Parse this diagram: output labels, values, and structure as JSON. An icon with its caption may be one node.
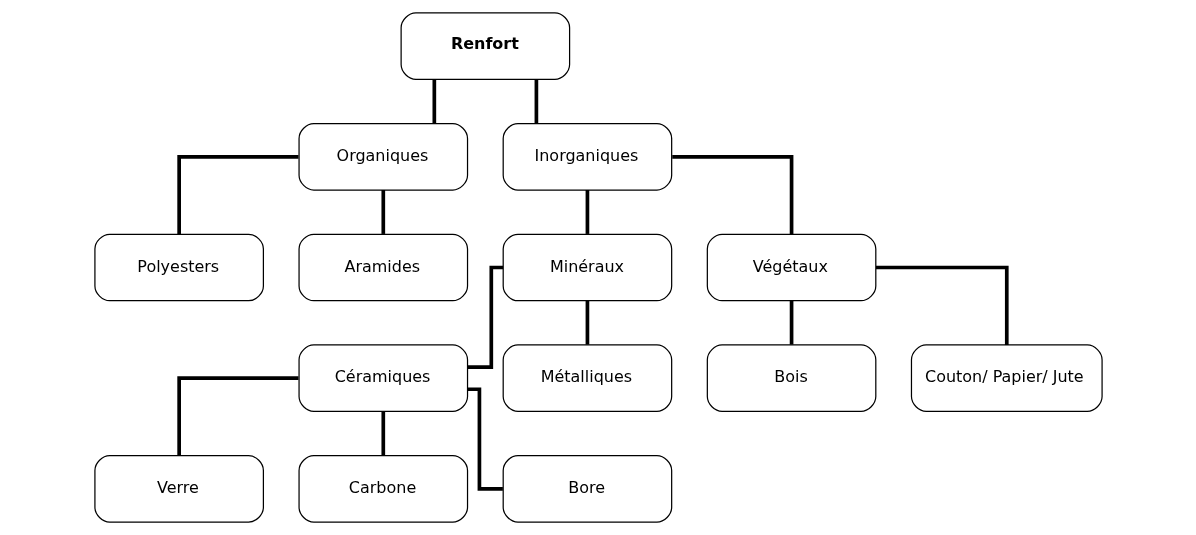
{
  "diagram": {
    "nodes": [
      {
        "text": [
          "Renfort"
        ]
      },
      {
        "text": [
          "Organiques"
        ]
      },
      {
        "text": [
          "Inorganiques"
        ]
      },
      {
        "text": [
          "Polyesters"
        ]
      },
      {
        "text": [
          "Aramides"
        ]
      },
      {
        "text": [
          "Minéraux"
        ]
      },
      {
        "text": [
          "Végétaux"
        ]
      },
      {
        "text": [
          "Céramiques"
        ]
      },
      {
        "text": [
          "Métalliques"
        ]
      },
      {
        "text": [
          "Bois"
        ]
      },
      {
        "text": [
          "Couton/ Papier/ Jute"
        ]
      },
      {
        "text": [
          "Verre"
        ]
      },
      {
        "text": [
          "Carbone"
        ]
      },
      {
        "text": [
          "Bore"
        ]
      }
    ],
    "edges": [
      {
        "from": 0,
        "to": 1,
        "arrow": "none"
      },
      {
        "from": 0,
        "to": 2,
        "arrow": "none"
      },
      {
        "from": 1,
        "to": 3,
        "arrow": "none"
      },
      {
        "from": 1,
        "to": 4,
        "arrow": "none"
      },
      {
        "from": 2,
        "to": 5,
        "arrow": "none"
      },
      {
        "from": 2,
        "to": 6,
        "arrow": "none"
      },
      {
        "from": 5,
        "to": 7,
        "arrow": "none"
      },
      {
        "from": 5,
        "to": 8,
        "arrow": "none"
      },
      {
        "from": 6,
        "to": 9,
        "arrow": "none"
      },
      {
        "from": 6,
        "to": 10,
        "arrow": "none"
      },
      {
        "from": 7,
        "to": 11,
        "arrow": "none"
      },
      {
        "from": 7,
        "to": 12,
        "arrow": "none"
      },
      {
        "from": 7,
        "to": 13,
        "arrow": "none"
      }
    ]
  }
}
